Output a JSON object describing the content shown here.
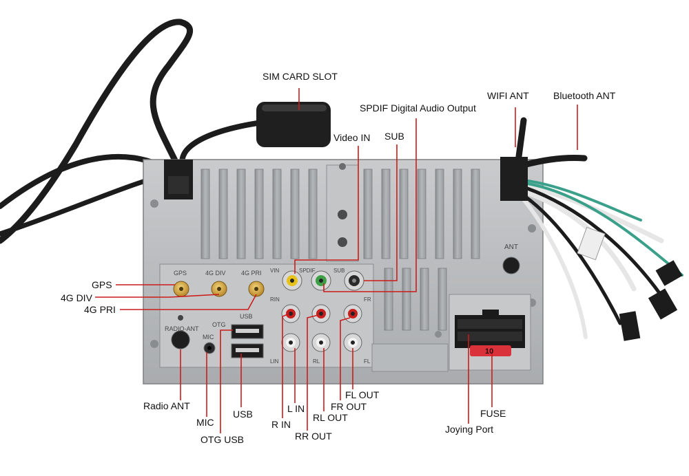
{
  "labels": {
    "sim_card_slot": "SIM CARD SLOT",
    "spdif": "SPDIF Digital Audio Output",
    "wifi_ant": "WIFI ANT",
    "bluetooth_ant": "Bluetooth ANT",
    "video_in": "Video IN",
    "sub": "SUB",
    "gps": "GPS",
    "4g_div": "4G DIV",
    "4g_pri": "4G PRI",
    "radio_ant": "Radio ANT",
    "mic": "MIC",
    "otg_usb": "OTG USB",
    "usb": "USB",
    "r_in": "R IN",
    "l_in": "L IN",
    "rr_out": "RR OUT",
    "rl_out": "RL OUT",
    "fr_out": "FR OUT",
    "fl_out": "FL OUT",
    "fuse": "FUSE",
    "joying_port": "Joying Port"
  },
  "panel_print": {
    "gps": "GPS",
    "4g_div": "4G DIV",
    "4g_pri": "4G PRI",
    "radio_ant": "RADIO-ANT",
    "otg": "OTG",
    "usb": "USB",
    "mic": "MIC",
    "vin": "VIN",
    "spdif": "SPDIF",
    "sub": "SUB",
    "rin": "RIN",
    "fr": "FR",
    "lin": "LIN",
    "rl": "RL",
    "fl": "FL",
    "ant": "ANT",
    "fuse_value": "10"
  },
  "colors": {
    "pointer": "#cc1b1b",
    "metal": "#b9bbbd",
    "metal_dark": "#8e9193",
    "cable": "#1c1c1c",
    "rca_yellow": "#e8c21a",
    "rca_green": "#3ea046",
    "rca_red": "#c81e1e",
    "fuse_red": "#d9323a"
  }
}
